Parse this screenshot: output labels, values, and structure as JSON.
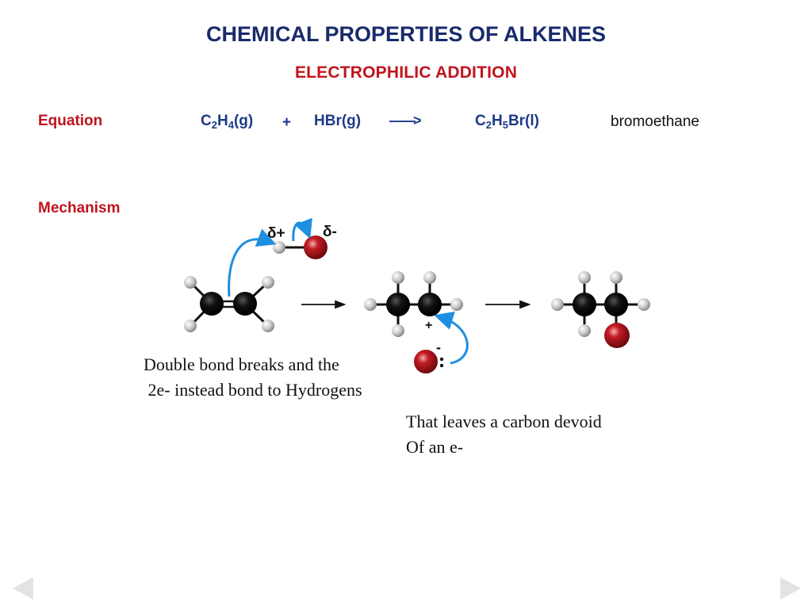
{
  "slide": {
    "title": "CHEMICAL PROPERTIES OF ALKENES",
    "subtitle": "ELECTROPHILIC ADDITION"
  },
  "equation": {
    "label": "Equation",
    "reactant1": {
      "main1": "C",
      "sub1": "2",
      "main2": "H",
      "sub2": "4",
      "state": "(g)"
    },
    "plus": "+",
    "reactant2": "HBr(g)",
    "arrow": "——>",
    "product": {
      "main1": "C",
      "sub1": "2",
      "main2": "H",
      "sub2": "5",
      "tail": "Br(l)"
    },
    "product_name": "bromoethane"
  },
  "mechanism": {
    "label": "Mechanism",
    "delta_plus": "δ+",
    "delta_minus": "δ-",
    "carbocation_charge": "+",
    "bromide_charge": "-",
    "caption1_line1": "Double bond breaks and the",
    "caption1_line2": " 2e- instead bond to Hydrogens",
    "caption2_line1": "That leaves a carbon devoid",
    "caption2_line2": "Of an e-"
  },
  "colors": {
    "title": "#1a2a6c",
    "accent_red": "#c0141c",
    "arrow_blue": "#1e8fe0",
    "bromine": "#b5121b"
  },
  "nav": {
    "prev_icon": "triangle-left",
    "next_icon": "triangle-right"
  }
}
